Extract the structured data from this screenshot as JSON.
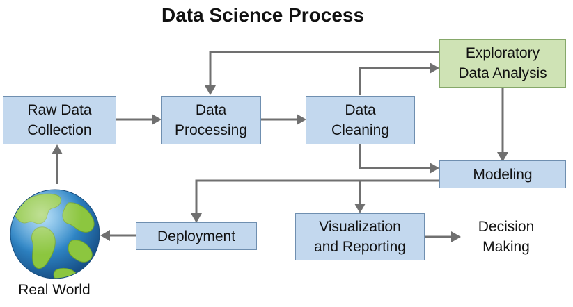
{
  "title": "Data Science Process",
  "nodes": {
    "raw_data_collection": [
      "Raw Data",
      "Collection"
    ],
    "data_processing": [
      "Data",
      "Processing"
    ],
    "data_cleaning": [
      "Data",
      "Cleaning"
    ],
    "exploratory_data_analysis": [
      "Exploratory",
      "Data Analysis"
    ],
    "modeling": [
      "Modeling"
    ],
    "deployment": [
      "Deployment"
    ],
    "visualization_and_reporting": [
      "Visualization",
      "and Reporting"
    ],
    "decision_making": [
      "Decision",
      "Making"
    ],
    "real_world": "Real World"
  },
  "edges": [
    {
      "from": "real_world",
      "to": "raw_data_collection"
    },
    {
      "from": "raw_data_collection",
      "to": "data_processing"
    },
    {
      "from": "data_processing",
      "to": "data_cleaning"
    },
    {
      "from": "data_cleaning",
      "to": "exploratory_data_analysis"
    },
    {
      "from": "exploratory_data_analysis",
      "to": "data_processing"
    },
    {
      "from": "exploratory_data_analysis",
      "to": "modeling"
    },
    {
      "from": "data_cleaning",
      "to": "modeling"
    },
    {
      "from": "modeling",
      "to": "deployment"
    },
    {
      "from": "modeling",
      "to": "visualization_and_reporting"
    },
    {
      "from": "deployment",
      "to": "real_world"
    },
    {
      "from": "visualization_and_reporting",
      "to": "decision_making"
    }
  ],
  "colors": {
    "process_box": "#c3d8ee",
    "eda_box": "#cfe3b5",
    "arrow": "#707070",
    "ocean": "#2f86c6",
    "land": "#8cc63f"
  }
}
